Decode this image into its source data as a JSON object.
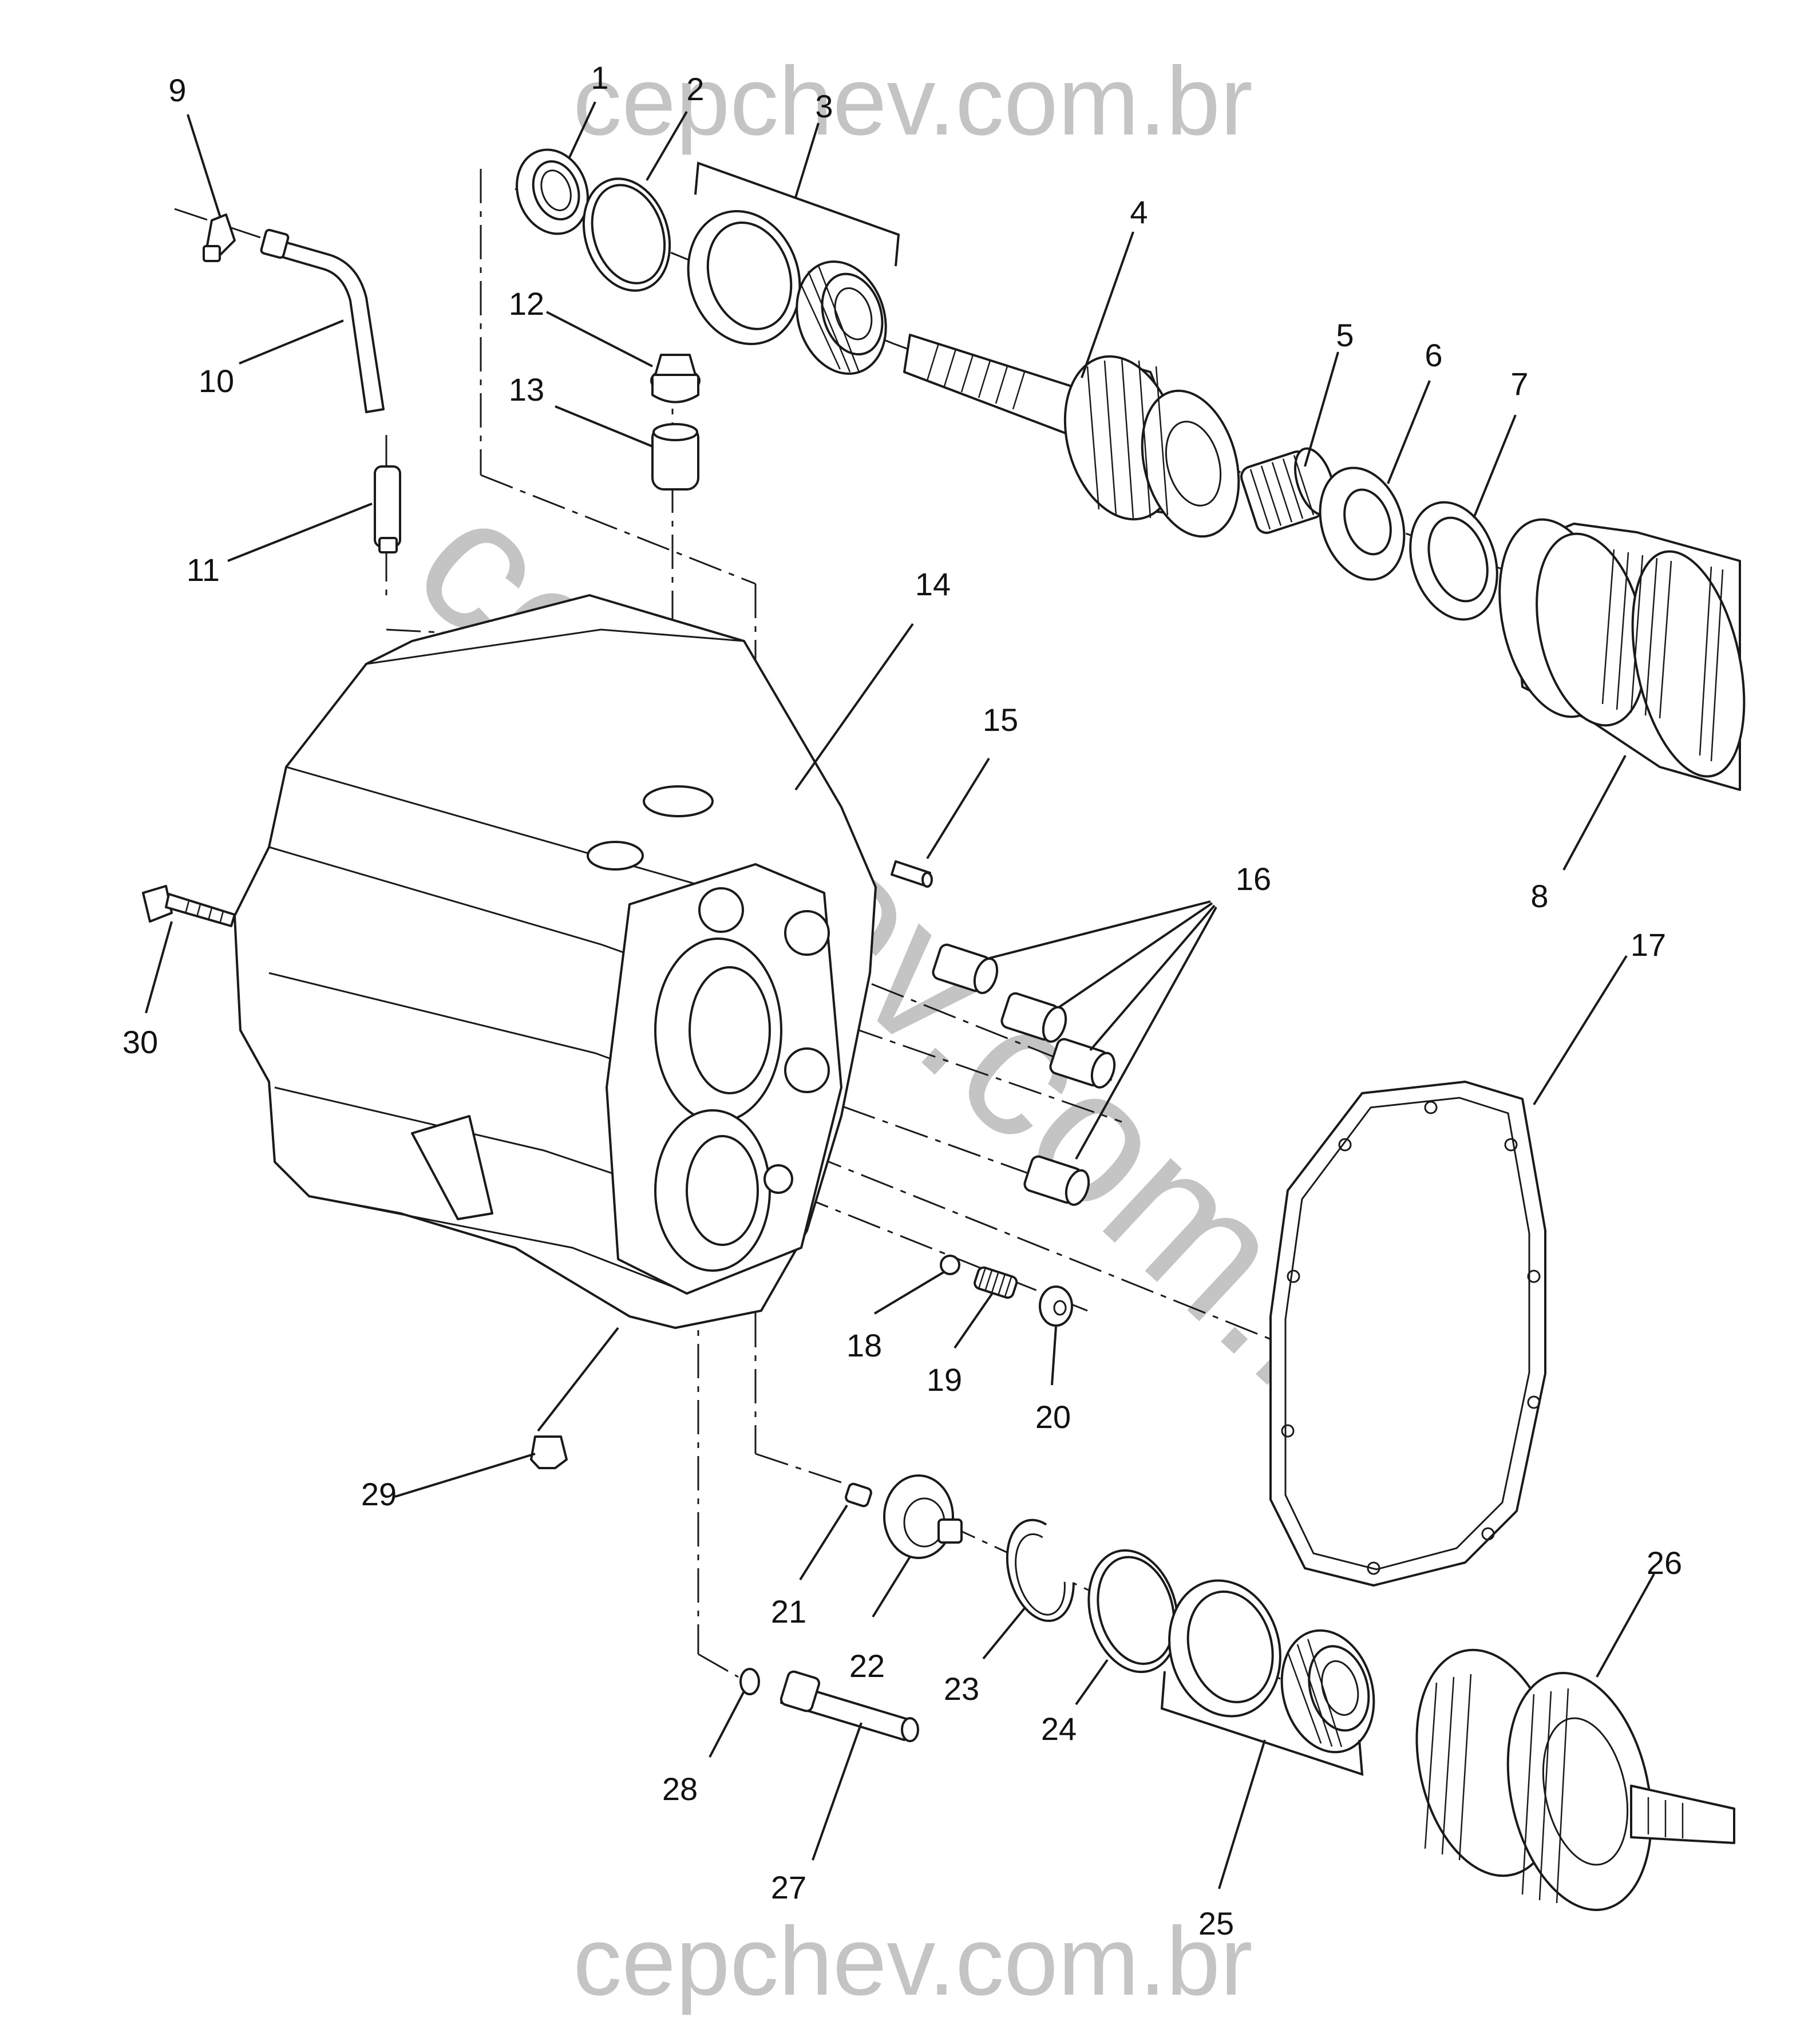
{
  "watermarks": {
    "top": "cepchev.com.br",
    "bottom": "cepchev.com.br",
    "diagonal": "cepchev.com.br"
  },
  "callouts": [
    "1",
    "2",
    "3",
    "4",
    "5",
    "6",
    "7",
    "8",
    "9",
    "10",
    "11",
    "12",
    "13",
    "14",
    "15",
    "16",
    "17",
    "18",
    "19",
    "20",
    "21",
    "22",
    "23",
    "24",
    "25",
    "26",
    "27",
    "28",
    "29",
    "30"
  ],
  "colors": {
    "line": "#1a1a1a",
    "watermark": "#c4c4c4",
    "background": "#ffffff"
  }
}
